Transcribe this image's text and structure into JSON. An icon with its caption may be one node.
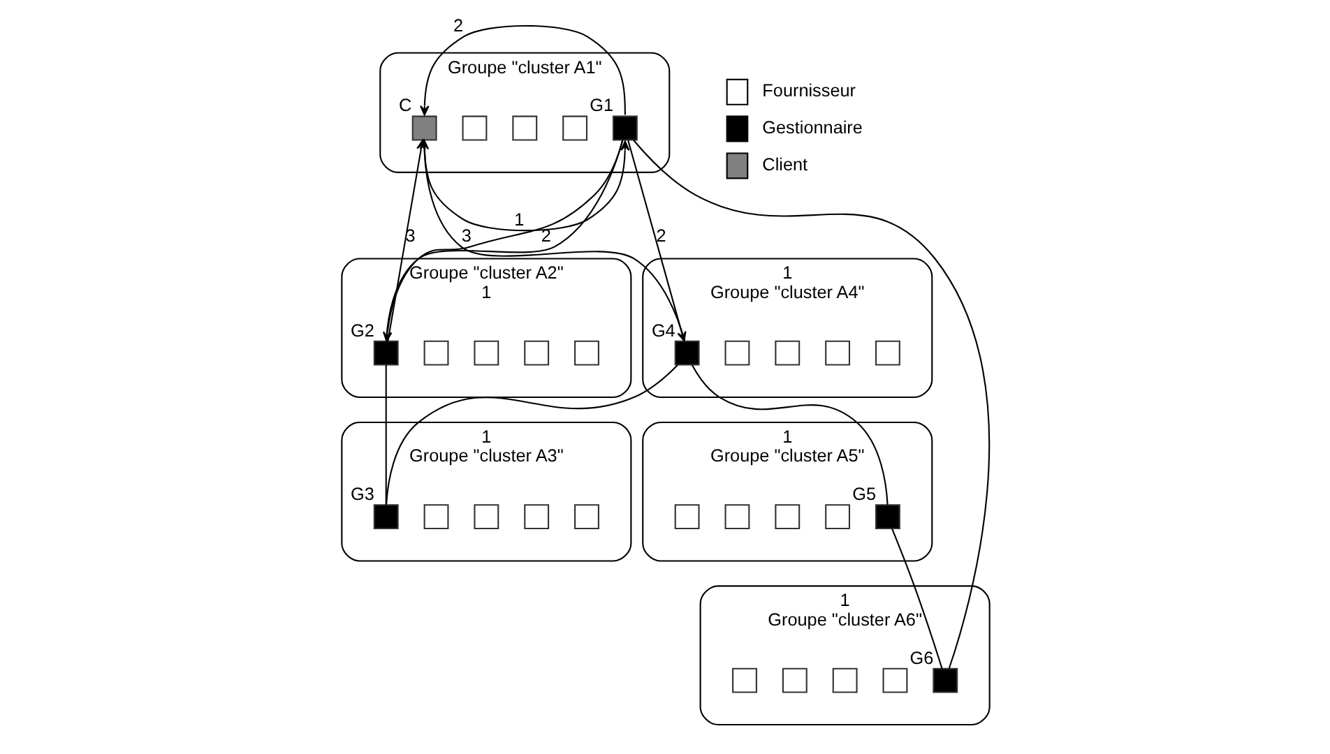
{
  "diagram": {
    "nodes": [
      {
        "text": [
          "Groupe \"cluster A1\""
        ]
      },
      {
        "text": [],
        "shape": "box",
        "in": 0,
        "beside": [
          "C"
        ]
      },
      {
        "text": [],
        "shape": "box",
        "in": 0
      },
      {
        "text": [],
        "shape": "box",
        "in": 0
      },
      {
        "text": [],
        "shape": "box",
        "in": 0
      },
      {
        "text": [],
        "shape": "box",
        "in": 0,
        "beside": [
          "G1"
        ]
      },
      {
        "text": [
          "Groupe \"cluster A2\"",
          "1"
        ]
      },
      {
        "text": [],
        "shape": "box",
        "in": 6,
        "beside": [
          "G2"
        ]
      },
      {
        "text": [],
        "shape": "box",
        "in": 6
      },
      {
        "text": [],
        "shape": "box",
        "in": 6
      },
      {
        "text": [],
        "shape": "box",
        "in": 6
      },
      {
        "text": [],
        "shape": "box",
        "in": 6
      },
      {
        "text": [
          "1",
          "Groupe \"cluster A3\""
        ]
      },
      {
        "text": [],
        "shape": "box",
        "in": 12,
        "beside": [
          "G3"
        ]
      },
      {
        "text": [],
        "shape": "box",
        "in": 12
      },
      {
        "text": [],
        "shape": "box",
        "in": 12
      },
      {
        "text": [],
        "shape": "box",
        "in": 12
      },
      {
        "text": [],
        "shape": "box",
        "in": 12
      },
      {
        "text": [
          "1",
          "Groupe \"cluster A6\""
        ]
      },
      {
        "text": [],
        "shape": "box",
        "in": 18
      },
      {
        "text": [],
        "shape": "box",
        "in": 18
      },
      {
        "text": [],
        "shape": "box",
        "in": 18
      },
      {
        "text": [],
        "shape": "box",
        "in": 18
      },
      {
        "text": [],
        "shape": "box",
        "in": 18,
        "beside": [
          "G6"
        ]
      },
      {
        "text": [
          "1",
          "Groupe \"cluster A4\""
        ]
      },
      {
        "text": [],
        "shape": "box",
        "in": 24,
        "beside": [
          "G4"
        ]
      },
      {
        "text": [],
        "shape": "box",
        "in": 24
      },
      {
        "text": [],
        "shape": "box",
        "in": 24
      },
      {
        "text": [],
        "shape": "box",
        "in": 24
      },
      {
        "text": [],
        "shape": "box",
        "in": 24
      },
      {
        "text": [
          "1",
          "Groupe \"cluster A5\""
        ]
      },
      {
        "text": [],
        "shape": "box",
        "in": 30
      },
      {
        "text": [],
        "shape": "box",
        "in": 30
      },
      {
        "text": [],
        "shape": "box",
        "in": 30
      },
      {
        "text": [],
        "shape": "box",
        "in": 30
      },
      {
        "text": [],
        "shape": "box",
        "in": 30,
        "beside": [
          "G5"
        ]
      }
    ],
    "edges": [
      {
        "from": 1,
        "to": 5,
        "arrow": "to",
        "label": "1"
      },
      {
        "from": 5,
        "to": 1,
        "arrow": "to",
        "label": "2"
      },
      {
        "from": 7,
        "to": 1,
        "arrow": "to",
        "label": "3"
      },
      {
        "from": 5,
        "to": 7,
        "arrow": "to",
        "label": "2"
      },
      {
        "from": 5,
        "to": 25,
        "arrow": "to",
        "label": "2"
      },
      {
        "from": 25,
        "to": 1,
        "arrow": "to",
        "label": "3"
      },
      {
        "from": 5,
        "to": 7,
        "arrow": "none"
      },
      {
        "from": 7,
        "to": 13,
        "arrow": "none"
      },
      {
        "from": 13,
        "to": 25,
        "arrow": "none"
      },
      {
        "from": 25,
        "to": 35,
        "arrow": "none"
      },
      {
        "from": 35,
        "to": 23,
        "arrow": "none"
      },
      {
        "from": 23,
        "to": 5,
        "arrow": "none"
      }
    ],
    "legend": [
      {
        "text": "Fournisseur",
        "color": "#ffffff"
      },
      {
        "text": "Gestionnaire",
        "color": "#000000"
      },
      {
        "text": "Client",
        "color": "#808080"
      }
    ]
  }
}
